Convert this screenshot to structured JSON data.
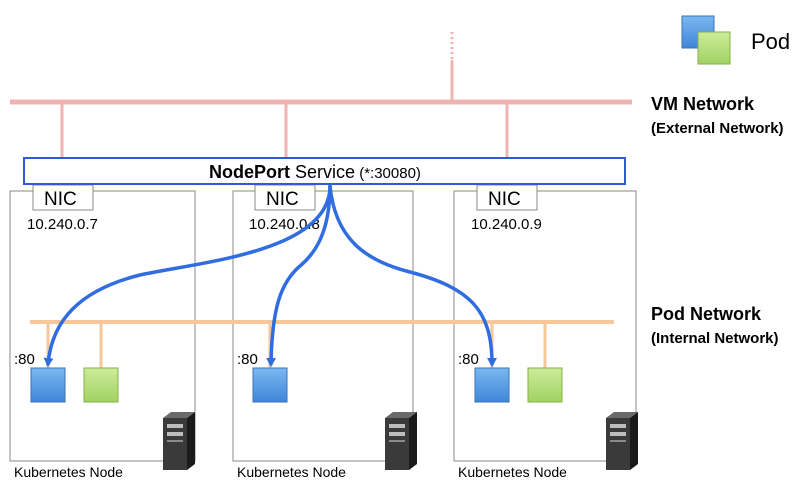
{
  "legend": {
    "label": "Pod"
  },
  "vm_network": {
    "title": "VM Network",
    "subtitle": "(External Network)"
  },
  "pod_network": {
    "title": "Pod Network",
    "subtitle": "(Internal Network)"
  },
  "service": {
    "name": "NodePort",
    "word": " Service",
    "port": " (*:30080)"
  },
  "nodes": [
    {
      "nic": "NIC",
      "ip": "10.240.0.7",
      "port": ":80",
      "label": "Kubernetes Node"
    },
    {
      "nic": "NIC",
      "ip": "10.240.0.8",
      "port": ":80",
      "label": "Kubernetes Node"
    },
    {
      "nic": "NIC",
      "ip": "10.240.0.9",
      "port": ":80",
      "label": "Kubernetes Node"
    }
  ],
  "colors": {
    "vm_network": "#f0b4b0",
    "pod_network": "#f7c79a",
    "pod_blue": "#5aa0e6",
    "pod_green": "#b6e07e",
    "arrow": "#2f6de0",
    "service_border": "#2f5bd6",
    "node_border": "#8a8a8a"
  }
}
